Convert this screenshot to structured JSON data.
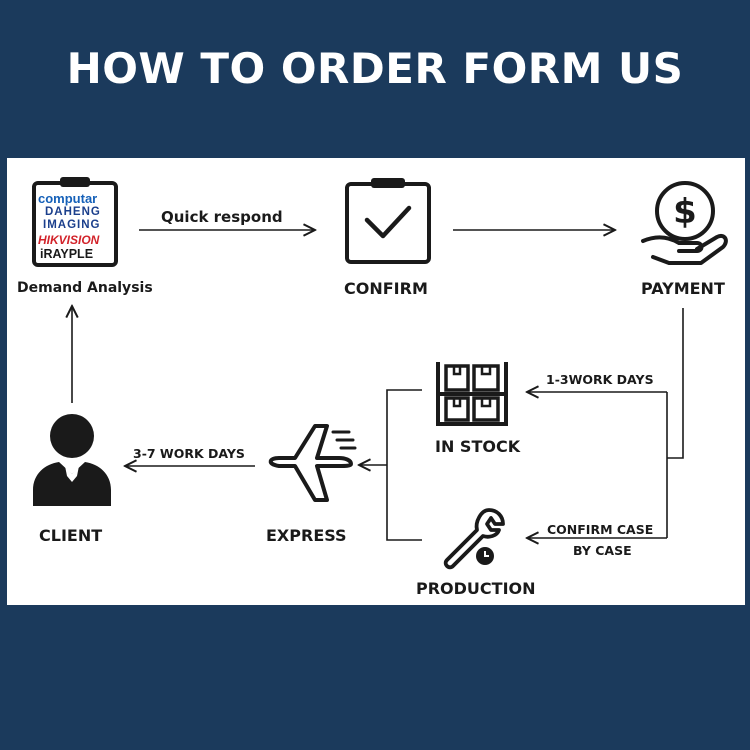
{
  "title": "HOW TO ORDER FORM US",
  "nodes": {
    "demand": "Demand Analysis",
    "confirm": "CONFIRM",
    "payment": "PAYMENT",
    "in_stock": "IN STOCK",
    "production": "PRODUCTION",
    "express": "EXPRESS",
    "client": "CLIENT"
  },
  "edges": {
    "quick_respond": "Quick respond",
    "work_days_stock": "1-3WORK DAYS",
    "confirm_case_1": "CONFIRM CASE",
    "confirm_case_2": "BY CASE",
    "work_days_express": "3-7 WORK DAYS"
  },
  "brands": {
    "b1": "computar",
    "b2": "DAHENG",
    "b3": "IMAGING",
    "b4": "HIKVISION",
    "b5": "iRAYPLE"
  },
  "colors": {
    "background": "#1b3a5c",
    "panel": "#ffffff",
    "ink": "#1a1a1a"
  }
}
